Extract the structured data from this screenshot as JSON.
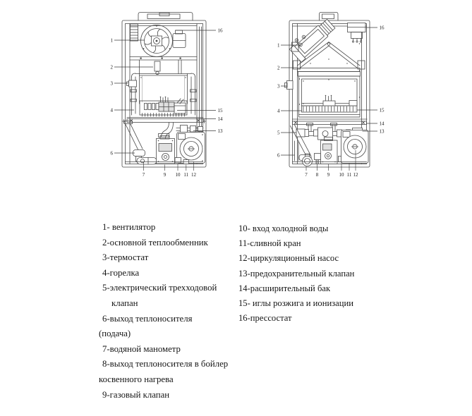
{
  "colors": {
    "background": "#ffffff",
    "line": "#4a4a4a",
    "text": "#161616"
  },
  "diagrams": {
    "left": {
      "callouts_left": [
        "1",
        "2",
        "3",
        "4",
        "6"
      ],
      "callouts_right": [
        "16",
        "15",
        "14",
        "13"
      ],
      "callouts_bottom": [
        "7",
        "9",
        "10",
        "11",
        "12"
      ]
    },
    "right": {
      "callouts_left": [
        "1",
        "2",
        "3",
        "4",
        "5",
        "6"
      ],
      "callouts_right": [
        "16",
        "15",
        "14",
        "13"
      ],
      "callouts_bottom": [
        "7",
        "8",
        "9",
        "10",
        "11",
        "12"
      ]
    }
  },
  "legend": {
    "left_column": [
      "1- вентилятор",
      "2-основной теплообменник",
      "3-термостат",
      "4-горелка",
      "5-электрический трехходовой",
      "клапан",
      "6-выход теплоносителя",
      "(подача)",
      "7-водяной манометр",
      "8-выход теплоносителя в бойлер",
      "косвенного нагрева",
      "9-газовый клапан"
    ],
    "right_column": [
      "10- вход холодной воды",
      "11-сливной кран",
      "12-циркуляционный насос",
      "13-предохранительный клапан",
      "14-расширительный бак",
      "15- иглы розжига и ионизации",
      "16-прессостат"
    ]
  }
}
